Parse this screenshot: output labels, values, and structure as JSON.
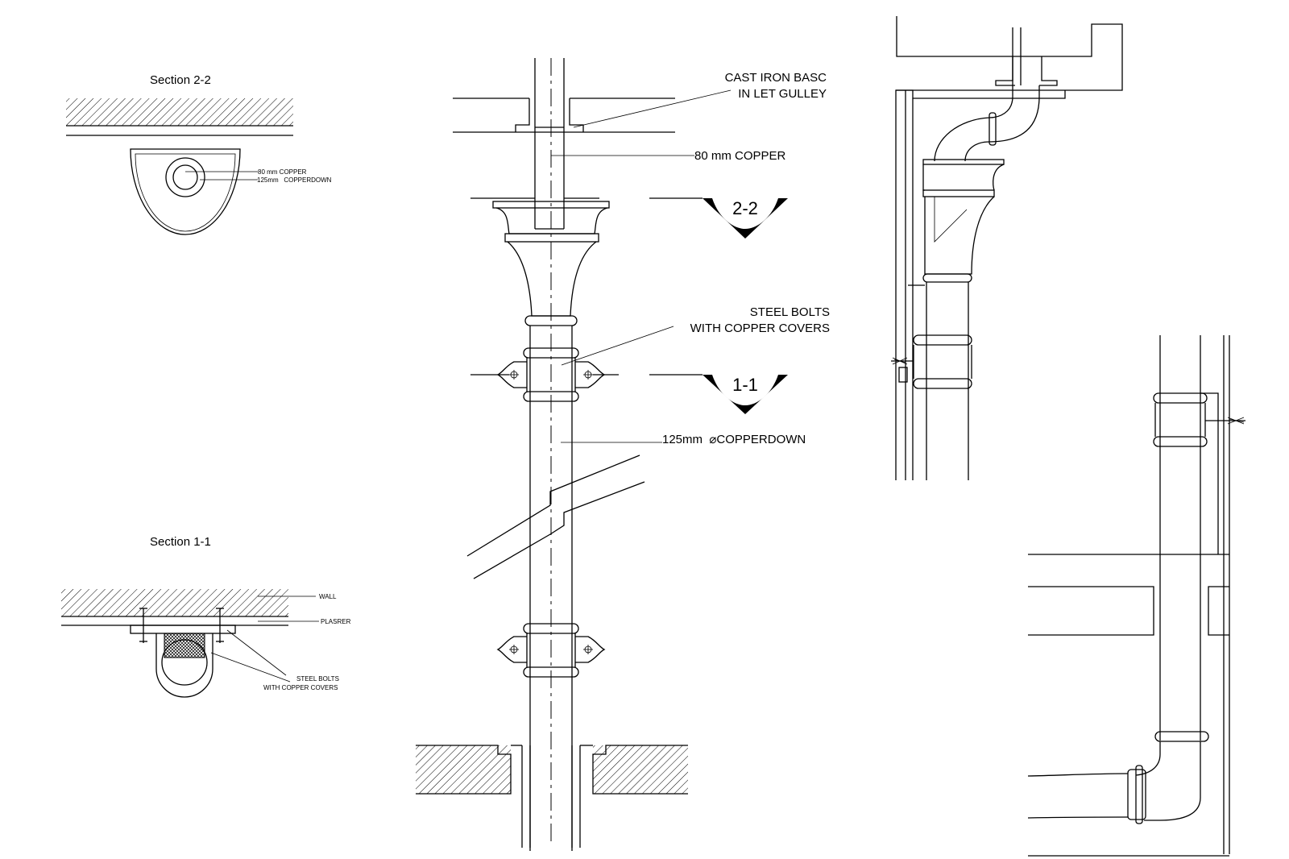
{
  "section_2_2": {
    "title": "Section 2-2",
    "label_80": "80 mm COPPER",
    "label_125": "125mm   COPPERDOWN"
  },
  "section_1_1": {
    "title": "Section 1-1",
    "label_wall": "WALL",
    "label_plaster": "PLASRER",
    "label_bolts_1": "STEEL BOLTS",
    "label_bolts_2": "WITH COPPER COVERS"
  },
  "elevation": {
    "label_gulley_1": "CAST IRON BASC",
    "label_gulley_2": "IN LET GULLEY",
    "label_80": "80 mm COPPER",
    "marker_top": "2-2",
    "label_bolts_1": "STEEL BOLTS",
    "label_bolts_2": "WITH COPPER COVERS",
    "marker_mid": "1-1",
    "label_125": "125mm  ⌀COPPERDOWN"
  }
}
